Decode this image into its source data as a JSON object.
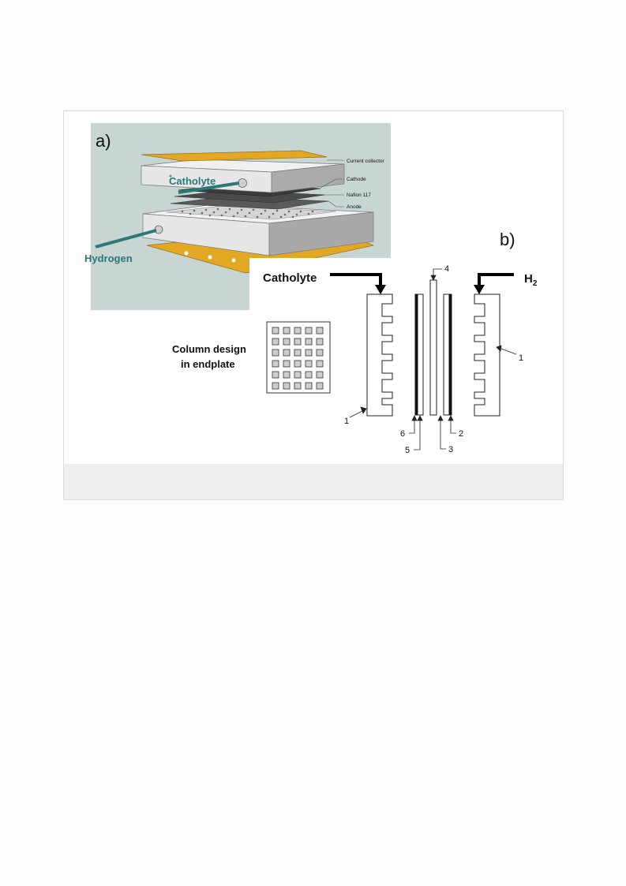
{
  "panel_a": {
    "label": "a)",
    "catholyte_label": "Catholyte",
    "hydrogen_label": "Hydrogen",
    "callouts": {
      "current_collector": "Current collector",
      "cathode": "Cathode",
      "nafion": "Nafion 117",
      "anode": "Anode"
    }
  },
  "panel_b": {
    "label": "b)",
    "catholyte_label": "Catholyte",
    "h2_label": "H",
    "h2_sub": "2",
    "column_title_1": "Column design",
    "column_title_2": "in endplate",
    "numbers": {
      "n1_left": "1",
      "n1_right": "1",
      "n2": "2",
      "n3": "3",
      "n4": "4",
      "n5": "5",
      "n6": "6"
    }
  },
  "colors": {
    "panel_a_bg": "#c7d5d3",
    "plate": "#e7e7e7",
    "current_collector": "#e3a823",
    "arrow_teal": "#2a7a7a",
    "membrane_dark": "#3b3b3b"
  }
}
